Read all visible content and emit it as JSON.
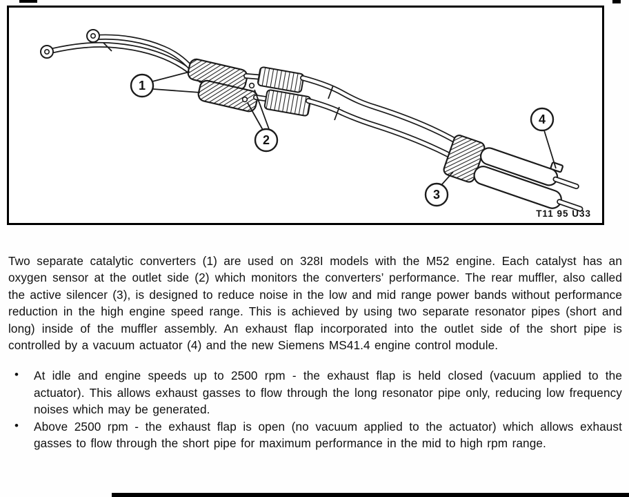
{
  "figure": {
    "ref_label": "T11 95 U33",
    "callouts": [
      "1",
      "2",
      "3",
      "4"
    ]
  },
  "body": {
    "bullet_marker": "•",
    "paragraph": "Two separate catalytic converters (1) are used on 328I models with the M52 engine. Each catalyst has an oxygen sensor at the outlet side (2) which monitors the converters’ performance. The rear muffler, also called the active silencer (3), is designed to reduce noise in the low and mid range power bands without performance reduction in the high engine speed range. This is achieved by using two separate resonator pipes (short and long) inside of the muffler assembly. An exhaust flap incorporated into the outlet side of the short pipe is controlled by a vacuum actuator (4) and the new Siemens MS41.4 engine control module.",
    "bullets": [
      "At idle and engine speeds up to 2500 rpm - the exhaust flap is held closed (vacuum applied to the actuator). This allows exhaust gasses to flow through the long resonator pipe only, reducing low frequency noises which may be generated.",
      "Above 2500 rpm - the exhaust flap is open (no vacuum applied to the actuator) which allows exhaust gasses to flow through the short pipe for maximum performance in the mid to high rpm range."
    ]
  }
}
